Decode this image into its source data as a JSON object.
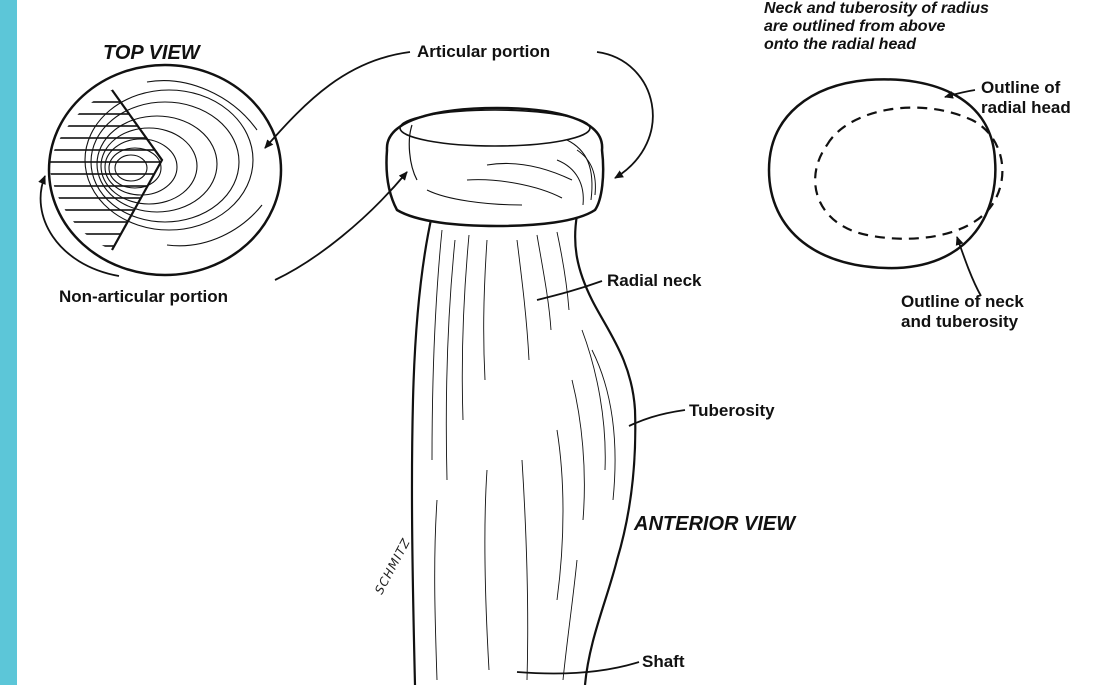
{
  "colors": {
    "accent_bar": "#5cc6d8",
    "ink": "#111111",
    "background": "#ffffff"
  },
  "labels": {
    "top_view": "TOP VIEW",
    "articular_portion": "Articular portion",
    "non_articular_portion": "Non-articular portion",
    "radial_neck": "Radial neck",
    "tuberosity": "Tuberosity",
    "anterior_view": "ANTERIOR VIEW",
    "shaft": "Shaft",
    "note_line1": "Neck and tuberosity of radius",
    "note_line2": "are outlined from above",
    "note_line3": "onto the radial head",
    "outline_head_line1": "Outline of",
    "outline_head_line2": "radial head",
    "outline_neck_line1": "Outline of neck",
    "outline_neck_line2": "and tuberosity",
    "artist_signature": "SCHMITZ"
  },
  "icons": {
    "top_view_figure": "radial-head-top-view-icon",
    "anterior_figure": "radius-anterior-view-icon",
    "outline_figure": "radial-head-outline-icon"
  }
}
